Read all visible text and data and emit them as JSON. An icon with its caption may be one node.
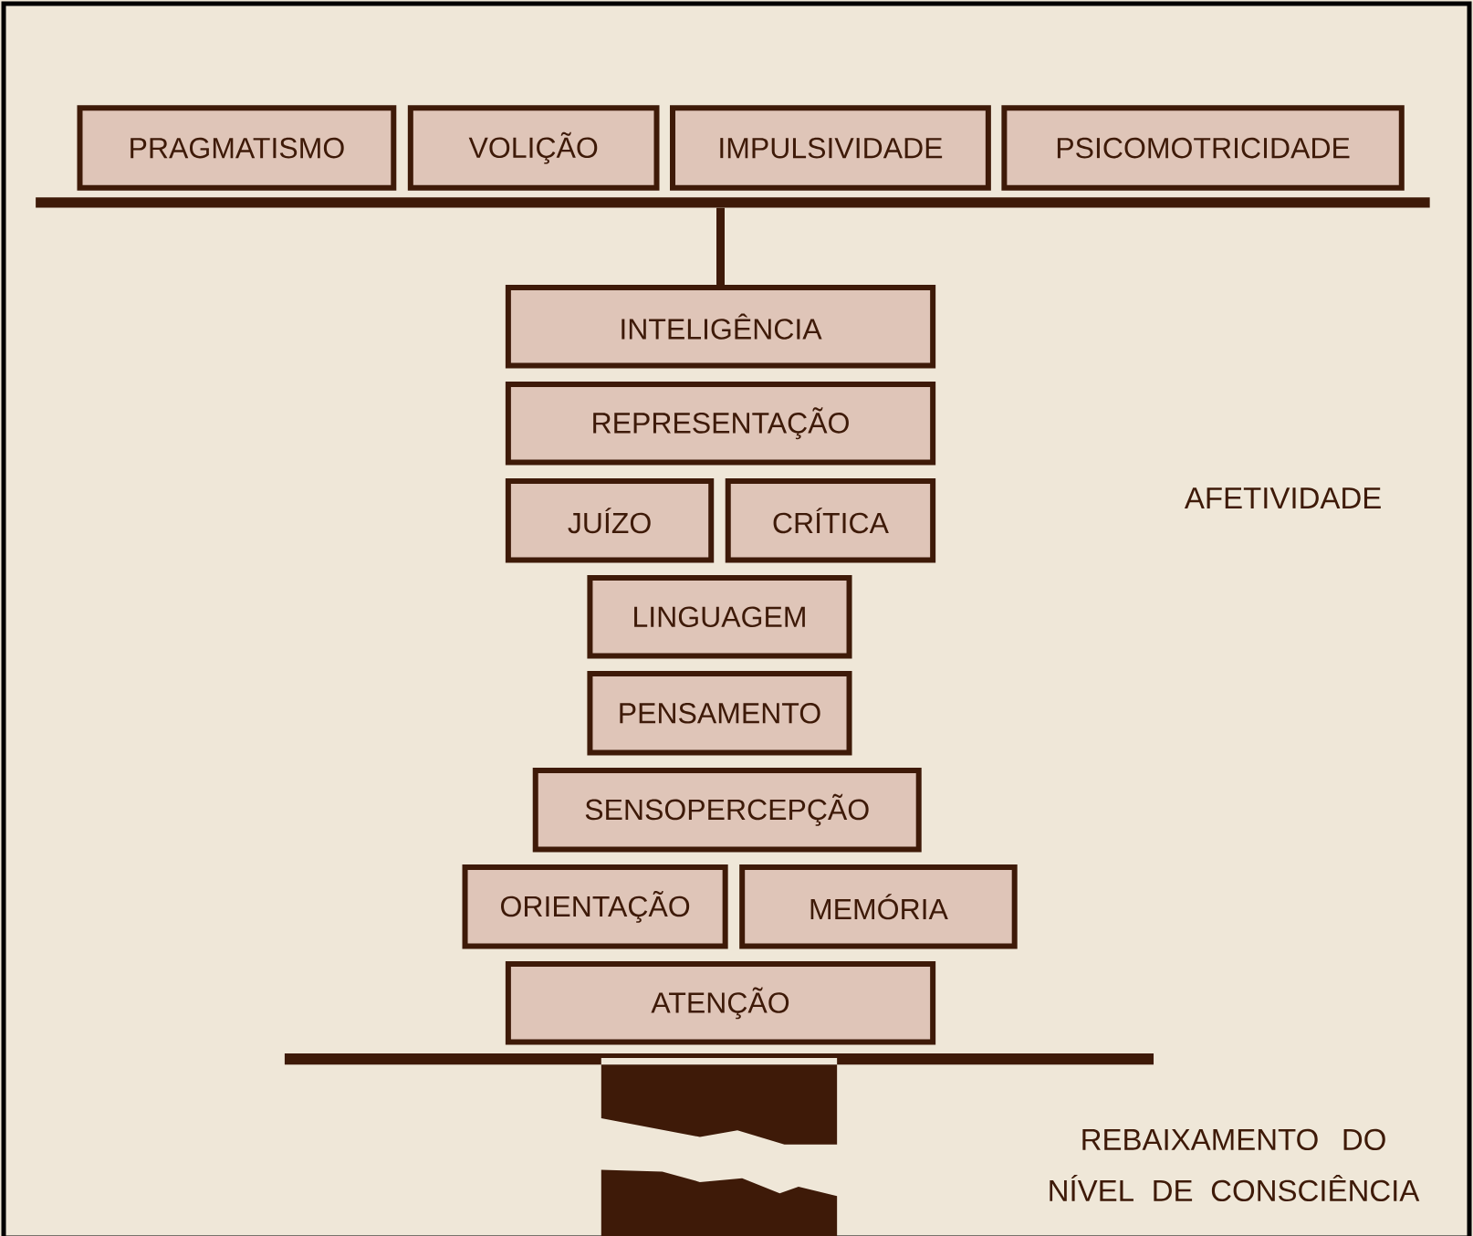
{
  "diagram": {
    "nodes": [
      {
        "text": [
          "PRAGMATISMO"
        ]
      },
      {
        "text": [
          "VOLIÇÃO"
        ]
      },
      {
        "text": [
          "IMPULSIVIDADE"
        ]
      },
      {
        "text": [
          "PSICOMOTRICIDADE"
        ]
      },
      {
        "text": [],
        "shape": "bar"
      },
      {
        "text": [
          "INTELIGÊNCIA"
        ]
      },
      {
        "text": [
          "REPRESENTAÇÃO"
        ]
      },
      {
        "text": [
          "JUÍZO"
        ]
      },
      {
        "text": [
          "CRÍTICA"
        ]
      },
      {
        "text": [
          "LINGUAGEM"
        ]
      },
      {
        "text": [
          "PENSAMENTO"
        ]
      },
      {
        "text": [
          "SENSOPERCEPÇÃO"
        ]
      },
      {
        "text": [
          "ORIENTAÇÃO"
        ]
      },
      {
        "text": [
          "MEMÓRIA"
        ]
      },
      {
        "text": [
          "ATENÇÃO"
        ]
      }
    ],
    "edges": [
      {
        "from": 4,
        "to": 5,
        "arrow": "none"
      }
    ],
    "labels": [
      "AFETIVIDADE",
      "REBAIXAMENTO DO NÍVEL DE CONSCIÊNCIA"
    ]
  }
}
